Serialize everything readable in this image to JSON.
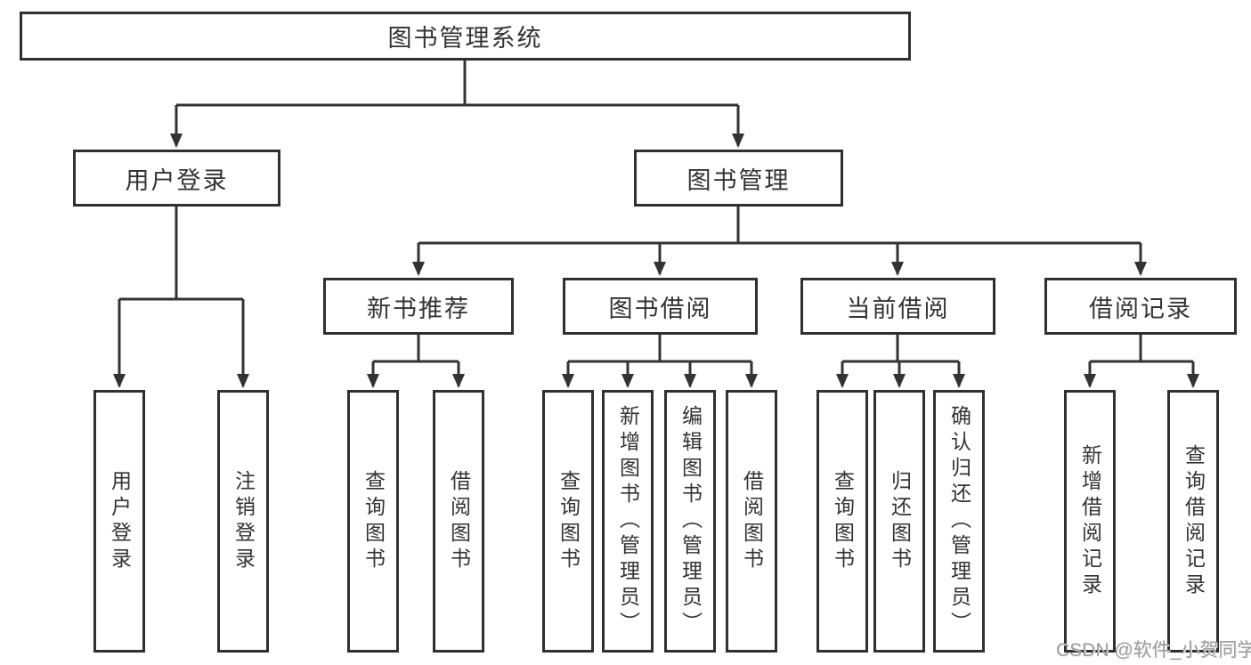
{
  "diagram": {
    "root": {
      "label": "图书管理系统"
    },
    "level2": [
      {
        "label": "用户登录"
      },
      {
        "label": "图书管理"
      }
    ],
    "level3": [
      {
        "label": "新书推荐"
      },
      {
        "label": "图书借阅"
      },
      {
        "label": "当前借阅"
      },
      {
        "label": "借阅记录"
      }
    ],
    "leaves": [
      {
        "label": "用户登录"
      },
      {
        "label": "注销登录"
      },
      {
        "label": "查询图书"
      },
      {
        "label": "借阅图书"
      },
      {
        "label": "查询图书"
      },
      {
        "label": "新增图书（管理员）"
      },
      {
        "label": "编辑图书（管理员）"
      },
      {
        "label": "借阅图书"
      },
      {
        "label": "查询图书"
      },
      {
        "label": "归还图书"
      },
      {
        "label": "确认归还（管理员）"
      },
      {
        "label": "新增借阅记录"
      },
      {
        "label": "查询借阅记录"
      }
    ]
  },
  "watermark": {
    "text": "CSDN @软件_小贺同学"
  },
  "colors": {
    "line": "#333333",
    "text": "#333333",
    "background": "#ffffff",
    "watermark": "#9b9b9b"
  }
}
